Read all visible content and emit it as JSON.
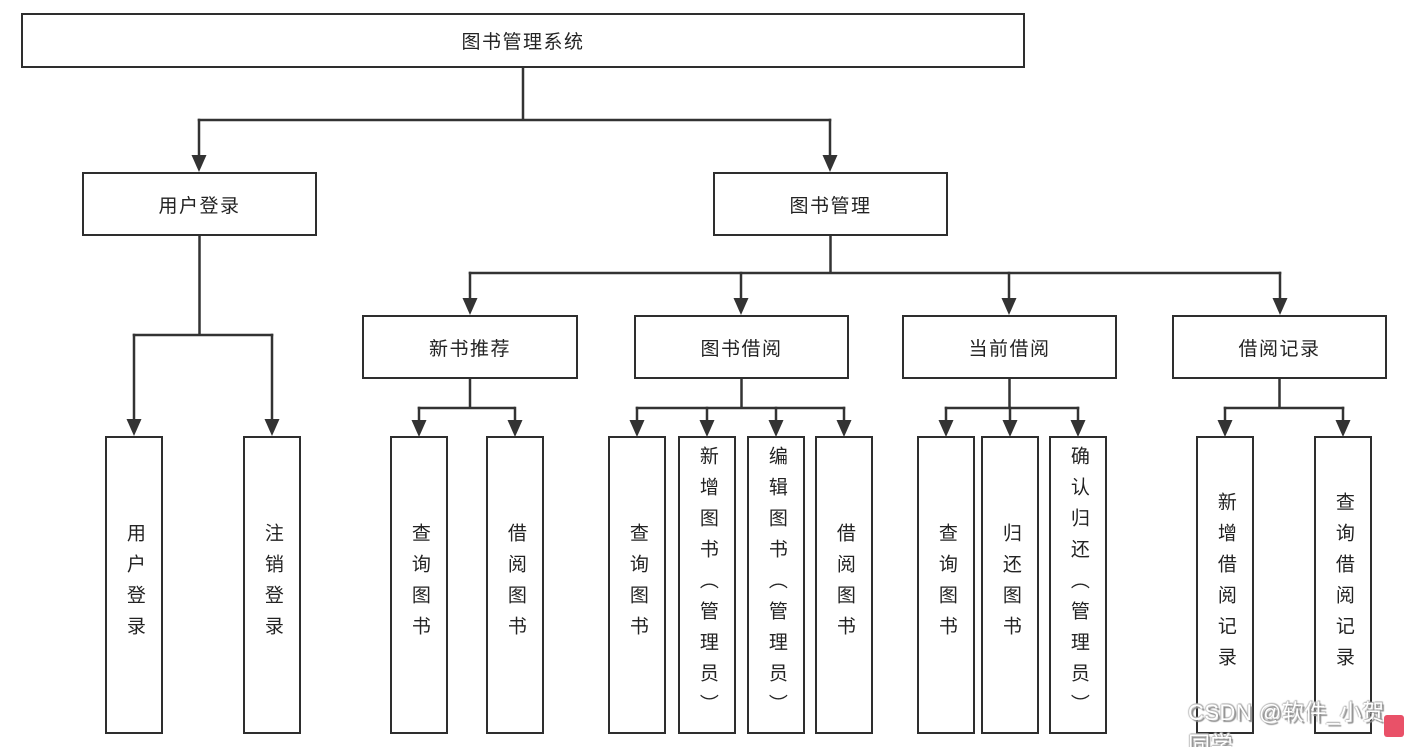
{
  "tree": {
    "title": "图书管理系统",
    "branches": [
      {
        "label": "用户登录",
        "children": [
          {
            "label": "用户登录"
          },
          {
            "label": "注销登录"
          }
        ]
      },
      {
        "label": "图书管理",
        "sections": [
          {
            "label": "新书推荐",
            "children": [
              {
                "label": "查询图书"
              },
              {
                "label": "借阅图书"
              }
            ]
          },
          {
            "label": "图书借阅",
            "children": [
              {
                "label": "查询图书"
              },
              {
                "label": "新增图书（管理员）"
              },
              {
                "label": "编辑图书（管理员）"
              },
              {
                "label": "借阅图书"
              }
            ]
          },
          {
            "label": "当前借阅",
            "children": [
              {
                "label": "查询图书"
              },
              {
                "label": "归还图书"
              },
              {
                "label": "确认归还（管理员）"
              }
            ]
          },
          {
            "label": "借阅记录",
            "children": [
              {
                "label": "新增借阅记录"
              },
              {
                "label": "查询借阅记录"
              }
            ]
          }
        ]
      }
    ]
  },
  "watermark": {
    "text": "CSDN @软件_小贺同学"
  },
  "colors": {
    "line": "#333333",
    "box_border": "#2e2e2e",
    "text": "#232323",
    "watermark_text": "#ffffff",
    "watermark_accent": "#e95168"
  }
}
